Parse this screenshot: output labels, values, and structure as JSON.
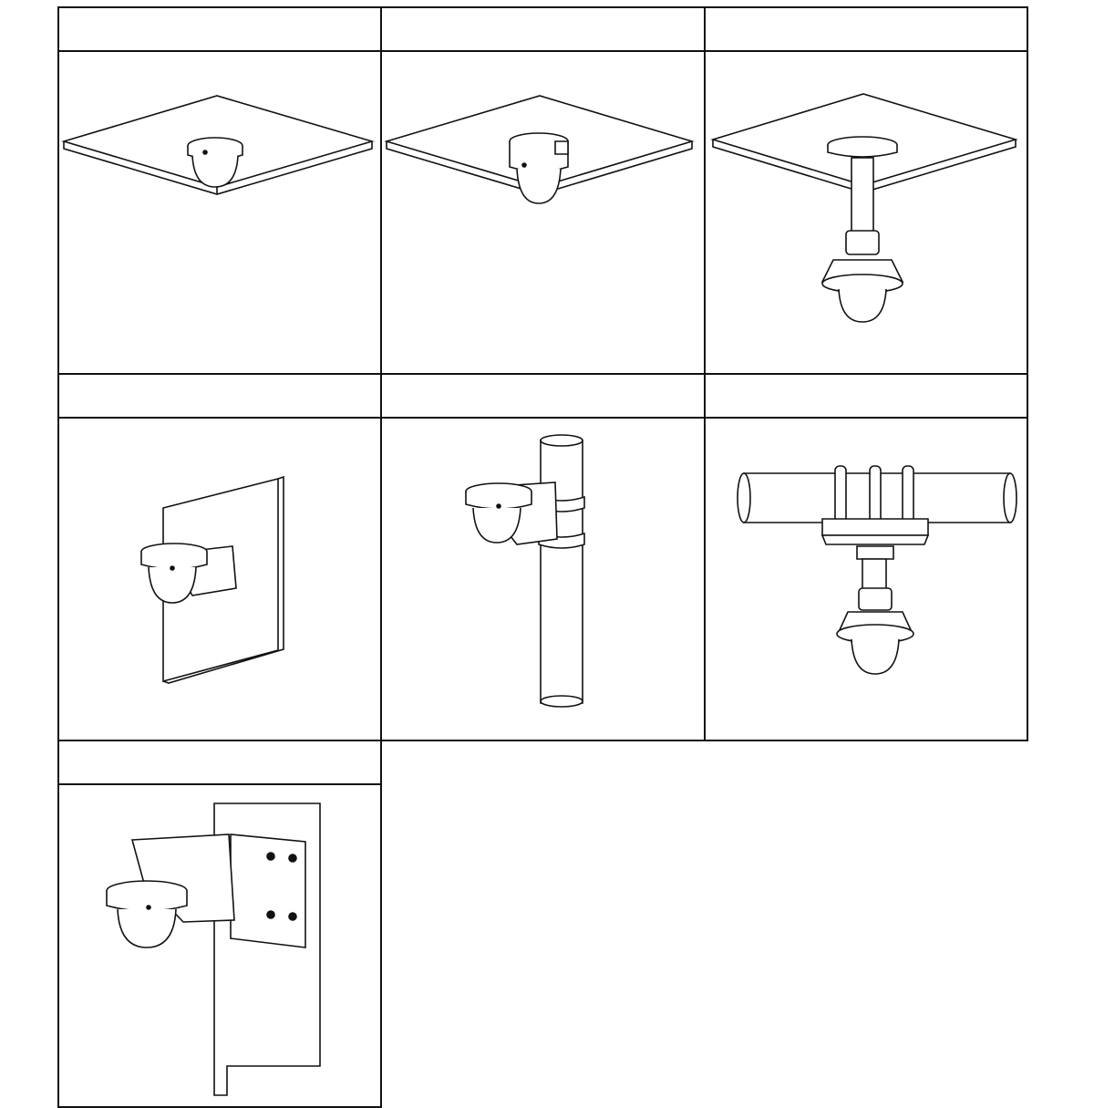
{
  "mounts": [
    {
      "id": "ceiling",
      "label": ""
    },
    {
      "id": "ceiling-junction-box",
      "label": ""
    },
    {
      "id": "pendant",
      "label": ""
    },
    {
      "id": "wall",
      "label": ""
    },
    {
      "id": "pole",
      "label": ""
    },
    {
      "id": "horizontal-pole-pendant",
      "label": ""
    },
    {
      "id": "corner",
      "label": ""
    }
  ]
}
